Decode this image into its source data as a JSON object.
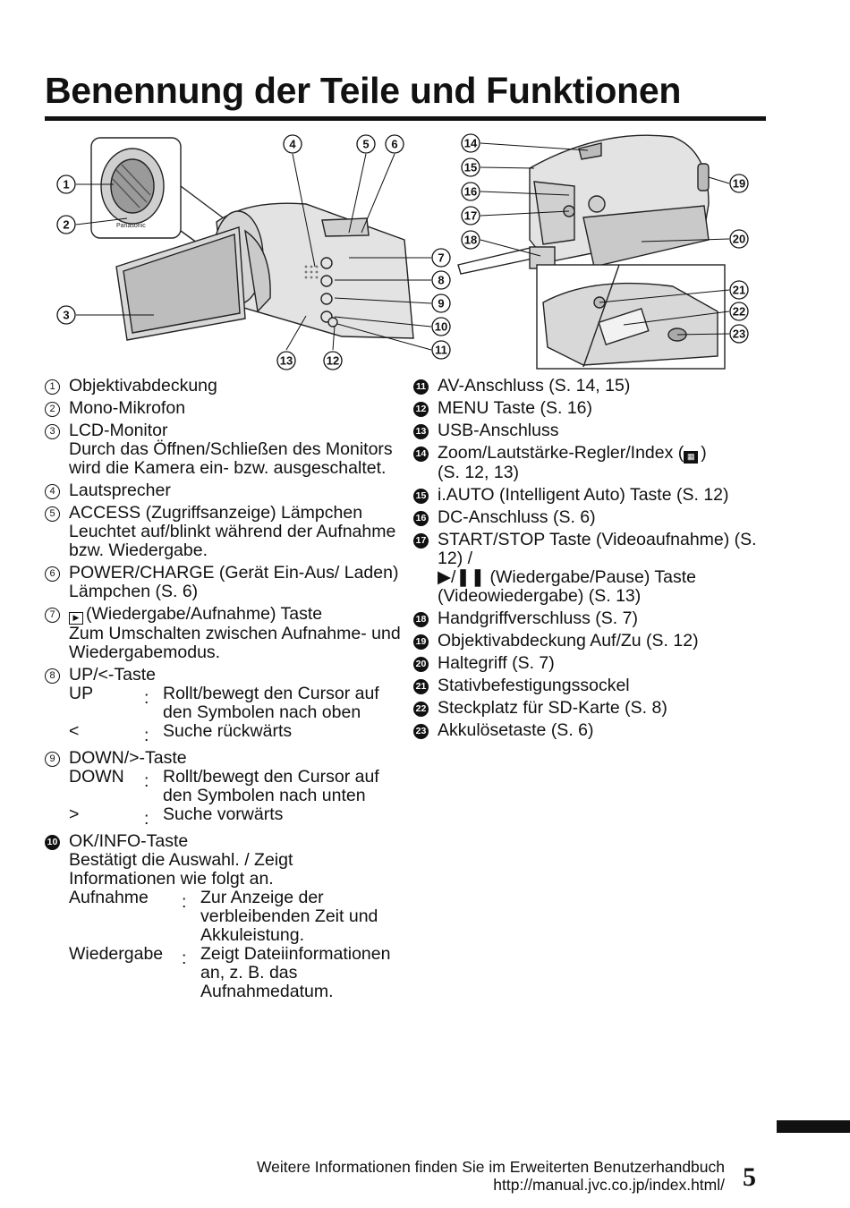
{
  "page": {
    "title": "Benennung der Teile und Funktionen",
    "page_number": "5",
    "footer_line1": "Weitere Informationen finden Sie im Erweiterten Benutzerhandbuch",
    "footer_line2": "http://manual.jvc.co.jp/index.html/"
  },
  "diagram": {
    "callouts": [
      "1",
      "2",
      "3",
      "4",
      "5",
      "6",
      "7",
      "8",
      "9",
      "10",
      "11",
      "12",
      "13",
      "14",
      "15",
      "16",
      "17",
      "18",
      "19",
      "20",
      "21",
      "22",
      "23"
    ],
    "lens_brand_text": "Panasonic"
  },
  "left_column": [
    {
      "num": "1",
      "label": "Objektivabdeckung"
    },
    {
      "num": "2",
      "label": "Mono-Mikrofon"
    },
    {
      "num": "3",
      "label": "LCD-Monitor",
      "desc": "Durch das Öffnen/Schließen des Monitors wird die Kamera ein- bzw. ausgeschaltet."
    },
    {
      "num": "4",
      "label": "Lautsprecher"
    },
    {
      "num": "5",
      "label": "ACCESS (Zugriffsanzeige) Lämpchen",
      "desc": "Leuchtet auf/blinkt während der Aufnahme bzw. Wiedergabe."
    },
    {
      "num": "6",
      "label": "POWER/CHARGE (Gerät Ein-Aus/ Laden) Lämpchen (S. 6)"
    },
    {
      "num": "7",
      "icon": "playback-mode-icon",
      "label": "(Wiedergabe/Aufnahme) Taste",
      "desc": "Zum Umschalten zwischen Aufnahme- und Wiedergabemodus."
    },
    {
      "num": "8",
      "label": "UP/<-Taste",
      "subs": [
        {
          "key": "UP",
          "value": "Rollt/bewegt den Cursor auf den Symbolen nach oben"
        },
        {
          "key": "<",
          "value": "Suche rückwärts"
        }
      ]
    },
    {
      "num": "9",
      "label": "DOWN/>-Taste",
      "subs": [
        {
          "key": "DOWN",
          "value": "Rollt/bewegt den Cursor auf den Symbolen nach unten"
        },
        {
          "key": ">",
          "value": "Suche vorwärts"
        }
      ]
    },
    {
      "num": "10",
      "label": "OK/INFO-Taste",
      "desc": "Bestätigt die Auswahl. / Zeigt Informationen wie folgt an.",
      "wide_subs": true,
      "subs": [
        {
          "key": "Aufnahme",
          "value": "Zur Anzeige der verbleibenden Zeit und Akkuleistung."
        },
        {
          "key": "Wiedergabe",
          "value": "Zeigt Dateiinformationen an, z. B. das Aufnahmedatum."
        }
      ]
    }
  ],
  "right_column": [
    {
      "num": "11",
      "label": "AV-Anschluss (S. 14, 15)"
    },
    {
      "num": "12",
      "label": "MENU Taste (S. 16)"
    },
    {
      "num": "13",
      "label": "USB-Anschluss"
    },
    {
      "num": "14",
      "label": "Zoom/Lautstärke-Regler/Index (",
      "icon_after": "index-icon",
      "label_end": ")",
      "desc": "(S. 12, 13)"
    },
    {
      "num": "15",
      "label": "i.AUTO (Intelligent Auto) Taste (S. 12)"
    },
    {
      "num": "16",
      "label": "DC-Anschluss (S. 6)"
    },
    {
      "num": "17",
      "label": "START/STOP Taste (Videoaufnahme) (S. 12) /",
      "desc2_prefix": "▶/❚❚",
      "desc2": " (Wiedergabe/Pause) Taste (Videowiedergabe) (S. 13)"
    },
    {
      "num": "18",
      "label": "Handgriffverschluss (S. 7)"
    },
    {
      "num": "19",
      "label": "Objektivabdeckung Auf/Zu (S. 12)"
    },
    {
      "num": "20",
      "label": "Haltegriff (S. 7)"
    },
    {
      "num": "21",
      "label": "Stativbefestigungssockel"
    },
    {
      "num": "22",
      "label": "Steckplatz für SD-Karte (S. 8)"
    },
    {
      "num": "23",
      "label": "Akkulösetaste (S. 6)"
    }
  ]
}
